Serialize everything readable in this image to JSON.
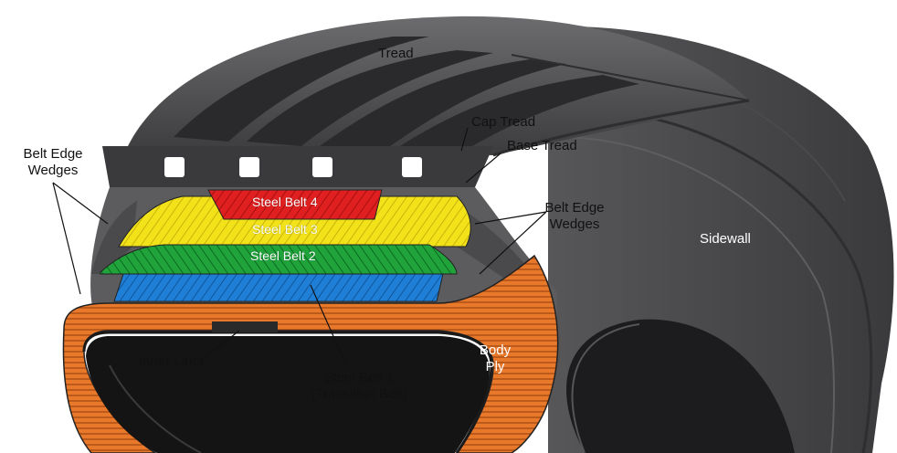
{
  "labels": {
    "tread": "Tread",
    "cap_tread": "Cap Tread",
    "base_tread": "Base Tread",
    "belt_edge_wedges_left_1": "Belt Edge",
    "belt_edge_wedges_left_2": "Wedges",
    "belt_edge_wedges_right_1": "Belt Edge",
    "belt_edge_wedges_right_2": "Wedges",
    "sidewall": "Sidewall",
    "steel_belt_4": "Steel Belt 4",
    "steel_belt_3": "Steel Belt 3",
    "steel_belt_2": "Steel Belt 2",
    "inner_liner": "Inner Liner",
    "steel_belt_1_line1": "Steel Belt 1",
    "steel_belt_1_line2": "(Transition Belt)",
    "body_ply_1": "Body",
    "body_ply_2": "Ply"
  },
  "colors": {
    "tire_dark": "#3a3a3c",
    "tire_mid": "#5a5a5c",
    "tire_light": "#7a7a7c",
    "steel_belt_4": "#e02020",
    "steel_belt_3": "#f2e21a",
    "steel_belt_2": "#1fa33a",
    "steel_belt_1": "#1f7fd6",
    "body_ply": "#e8782a",
    "inner_liner": "#222222"
  }
}
